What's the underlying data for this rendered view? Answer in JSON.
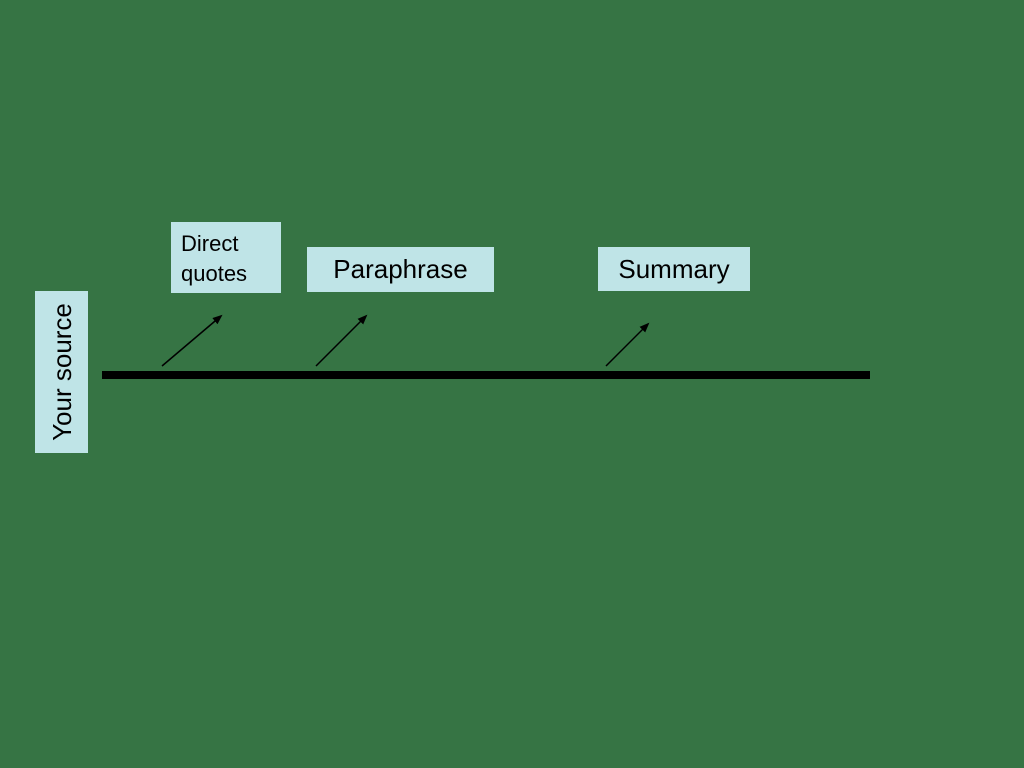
{
  "colors": {
    "background": "#367444",
    "box_fill": "#bfe4e7",
    "line": "#000000",
    "text": "#000000"
  },
  "labels": {
    "direct_quotes": [
      "Direct",
      "quotes"
    ],
    "paraphrase": "Paraphrase",
    "summary": "Summary",
    "source": "Your source"
  },
  "arrows": [
    {
      "from": "timeline",
      "to": "direct_quotes"
    },
    {
      "from": "timeline",
      "to": "paraphrase"
    },
    {
      "from": "timeline",
      "to": "summary"
    }
  ]
}
